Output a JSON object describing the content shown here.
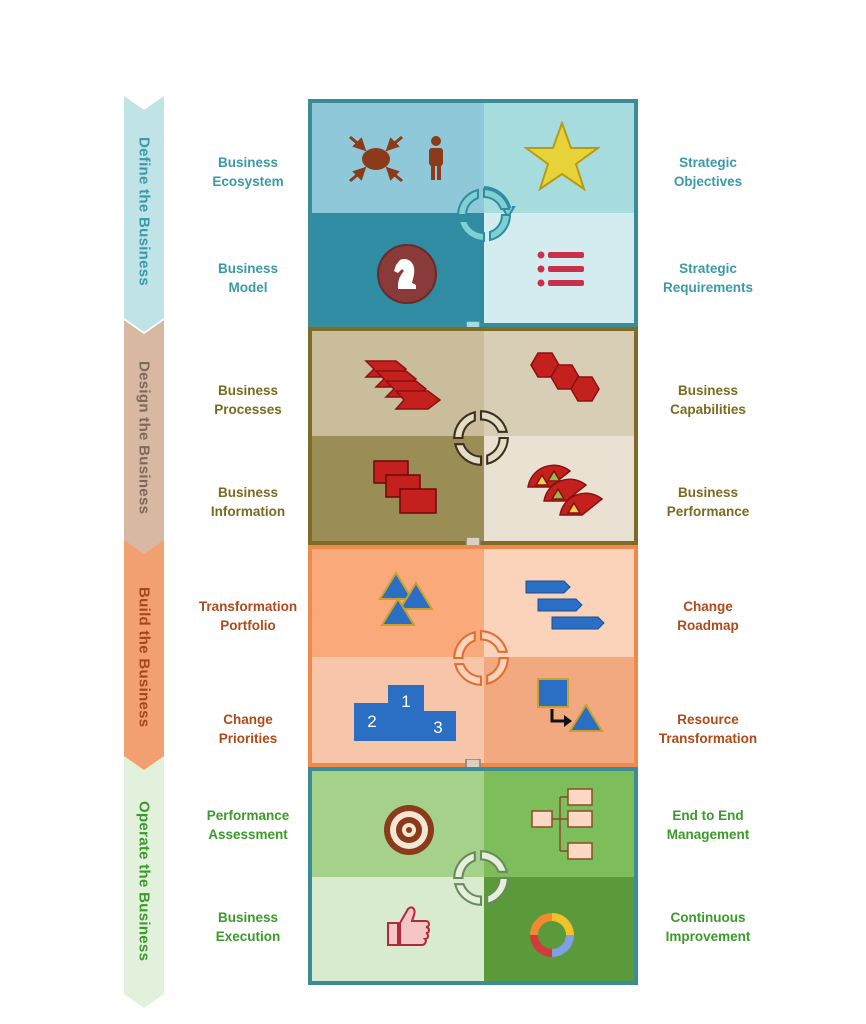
{
  "phases": [
    {
      "id": "define",
      "title": "Define the Business",
      "colors": {
        "arrow": "#bfe3e6",
        "text": "#3a9aa7",
        "border": "#3a8c97",
        "label": "#3a9aa7"
      },
      "quadrants": [
        {
          "label1": "Business",
          "label2": "Ecosystem",
          "color": "#8fc9d9",
          "icon": "hub-people-icon"
        },
        {
          "label1": "Strategic",
          "label2": "Objectives",
          "color": "#a7dcdf",
          "icon": "star-icon"
        },
        {
          "label1": "Business",
          "label2": "Model",
          "color": "#2f8ca3",
          "icon": "chess-knight-icon"
        },
        {
          "label1": "Strategic",
          "label2": "Requirements",
          "color": "#d3ecf0",
          "icon": "list-icon"
        }
      ]
    },
    {
      "id": "design",
      "title": "Design the Business",
      "colors": {
        "arrow": "#d8b8a3",
        "text": "#7a6a5a",
        "border": "#7d6b2a",
        "label": "#7a6a1f"
      },
      "quadrants": [
        {
          "label1": "Business",
          "label2": "Processes",
          "color": "#c9bd9b",
          "icon": "process-chevrons-icon"
        },
        {
          "label1": "Business",
          "label2": "Capabilities",
          "color": "#d8ceb5",
          "icon": "hexagons-icon"
        },
        {
          "label1": "Business",
          "label2": "Information",
          "color": "#9b8d56",
          "icon": "stacked-cards-icon"
        },
        {
          "label1": "Business",
          "label2": "Performance",
          "color": "#e9e1d2",
          "icon": "pie-segments-icon"
        }
      ]
    },
    {
      "id": "build",
      "title": "Build the Business",
      "colors": {
        "arrow": "#f2a071",
        "text": "#a6461c",
        "border": "#f08a4b",
        "label": "#b04a1a"
      },
      "quadrants": [
        {
          "label1": "Transformation",
          "label2": "Portfolio",
          "color": "#f9a97a",
          "icon": "triangles-icon"
        },
        {
          "label1": "Change",
          "label2": "Roadmap",
          "color": "#fbd3bb",
          "icon": "roadmap-bars-icon"
        },
        {
          "label1": "Change",
          "label2": "Priorities",
          "color": "#f7c6aa",
          "icon": "podium-icon"
        },
        {
          "label1": "Resource",
          "label2": "Transformation",
          "color": "#f2a980",
          "icon": "square-to-triangle-icon"
        }
      ]
    },
    {
      "id": "operate",
      "title": "Operate the Business",
      "colors": {
        "arrow": "#e2f1dc",
        "text": "#3a9a3a",
        "border": "#3a8c97",
        "label": "#3c9a2a"
      },
      "quadrants": [
        {
          "label1": "Performance",
          "label2": "Assessment",
          "color": "#a6d18b",
          "icon": "target-icon"
        },
        {
          "label1": "End to End",
          "label2": "Management",
          "color": "#7dbd5a",
          "icon": "org-chart-icon"
        },
        {
          "label1": "Business",
          "label2": "Execution",
          "color": "#d8ebce",
          "icon": "thumbs-up-icon"
        },
        {
          "label1": "Continuous",
          "label2": "Improvement",
          "color": "#5b9a3a",
          "icon": "cycle-colors-icon"
        }
      ]
    }
  ],
  "podium": {
    "first": "1",
    "second": "2",
    "third": "3"
  }
}
